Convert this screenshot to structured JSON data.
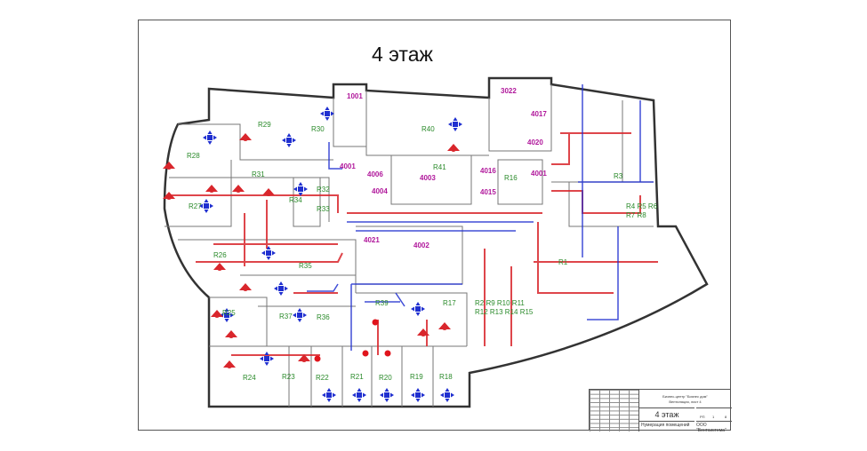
{
  "title": "4 этаж",
  "rooms": [
    "R29",
    "R30",
    "R40",
    "R28",
    "R31",
    "R27",
    "R34",
    "R32",
    "R33",
    "R41",
    "R16",
    "R3",
    "R4 R5 R6",
    "R7 R8",
    "R1",
    "R26",
    "R35",
    "R37",
    "R36",
    "R39",
    "R17",
    "R2 R9 R10 R11",
    "R12 R13 R14 R15",
    "R25",
    "R24",
    "R23",
    "R22",
    "R21",
    "R20",
    "R19",
    "R18"
  ],
  "premises": [
    "1001",
    "3022",
    "4017",
    "4020",
    "4001",
    "4006",
    "4004",
    "4003",
    "4016",
    "4015",
    "4001",
    "4021",
    "4002"
  ],
  "title_block": {
    "org_line1": "Бизнес-центр \"Бизнес дом\"",
    "org_line2": "Вентиляция, лист 4",
    "sheet_name": "4 этаж",
    "description": "Нумерация помещений",
    "firm": "ООО \"Вентсистема\"",
    "stage": "РП",
    "sheet": "1",
    "sheets": "8"
  },
  "colors": {
    "supply": "#d9262c",
    "exhaust": "#1f2fd0",
    "rooms": "#2a8a2a",
    "premises": "#b0179b"
  }
}
